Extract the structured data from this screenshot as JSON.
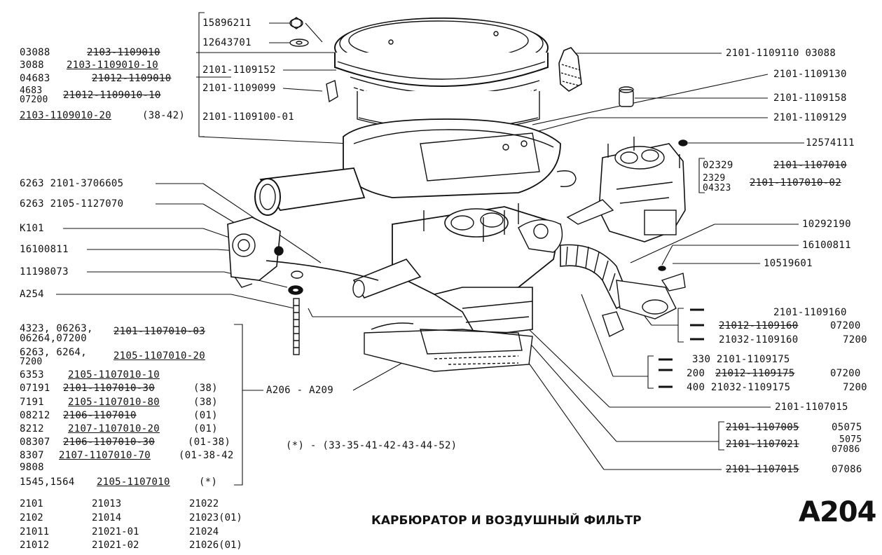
{
  "page_code": "A204",
  "page_title": "КАРБЮРАТОР И ВОЗДУШНЫЙ ФИЛЬТР",
  "footnote": "(*) - (33-35-41-42-43-44-52)",
  "top_box": {
    "nut": "15896211",
    "washer": "12643701",
    "seal": "2101-1109152",
    "clip": "2101-1109099",
    "body": "2101-1109100-01"
  },
  "left_filter_list": [
    {
      "code": "03088",
      "part": "2103-1109010"
    },
    {
      "code": "3088",
      "part": "2103-1109010-10"
    },
    {
      "code": "04683",
      "part": "21012-1109010"
    },
    {
      "code": "4683",
      "part": "21012-1109010-10"
    },
    {
      "code": "07200",
      "part": ""
    },
    {
      "code": "",
      "part": "2103-1109010-20",
      "suffix": "(38-42)"
    }
  ],
  "left_callouts": {
    "bracket": "6263 2101-3706605",
    "spring": "6263 2105-1127070",
    "clamp": "К101",
    "washer1": "16100811",
    "washer2": "11198073",
    "stud": "А254"
  },
  "carb_list": [
    {
      "code": "4323, 06263,",
      "part": "2101-1107010-03"
    },
    {
      "code": "06264,07200",
      "part": ""
    },
    {
      "code": "6263, 6264,",
      "part": "2105-1107010-20"
    },
    {
      "code": "7200",
      "part": ""
    },
    {
      "code": "6353",
      "part": "2105-1107010-10"
    },
    {
      "code": "07191",
      "part": "2101-1107010-30",
      "suffix": "(38)"
    },
    {
      "code": "7191",
      "part": "2105-1107010-80",
      "suffix": "(38)"
    },
    {
      "code": "08212",
      "part": "2106-1107010",
      "suffix": "(01)"
    },
    {
      "code": "8212",
      "part": "2107-1107010-20",
      "suffix": "(01)"
    },
    {
      "code": "08307",
      "part": "2106-1107010-30",
      "suffix": "(01-38)"
    },
    {
      "code": "8307",
      "part": "2107-1107010-70",
      "suffix": "(01-38-42"
    },
    {
      "code": "9808",
      "part": ""
    },
    {
      "code": "1545,1564",
      "part": "2105-1107010",
      "suffix": "(*)"
    }
  ],
  "range_label": "А206 - А209",
  "right_callouts": {
    "r1": "2101-1109110 03088",
    "r2": "2101-1109130",
    "r3": "2101-1109158",
    "r4": "2101-1109129",
    "r5": "12574111",
    "carb_a_code1": "02329",
    "carb_a_part1": "2101-1107010",
    "carb_a_code2": "2329",
    "carb_a_code3": "04323",
    "carb_a_part2": "2101-1107010-02",
    "r6": "10292190",
    "r7": "16100811",
    "r8": "10519601",
    "pipe1": "2101-1109160",
    "pipe2_part": "21012-1109160",
    "pipe2_code": "07200",
    "pipe3_part": "21032-1109160",
    "pipe3_code": "7200",
    "hose1": "330 2101-1109175",
    "hose2_pre": "200",
    "hose2_part": "21012-1109175",
    "hose2_code": "07200",
    "hose3": "400 21032-1109175",
    "hose3_code": "7200",
    "gasket": "2101-1107015",
    "g1_part": "2101-1107005",
    "g1_code": "05075",
    "g2_part": "2101-1107021",
    "g2_code1": "5075",
    "g2_code2": "07086",
    "g3_part": "2101-1107015",
    "g3_code": "07086"
  },
  "models": [
    [
      "2101",
      "2102",
      "21011",
      "21012"
    ],
    [
      "21013",
      "21014",
      "21021-01",
      "21021-02"
    ],
    [
      "21022",
      "21023(01)",
      "21024",
      "21026(01)"
    ]
  ]
}
